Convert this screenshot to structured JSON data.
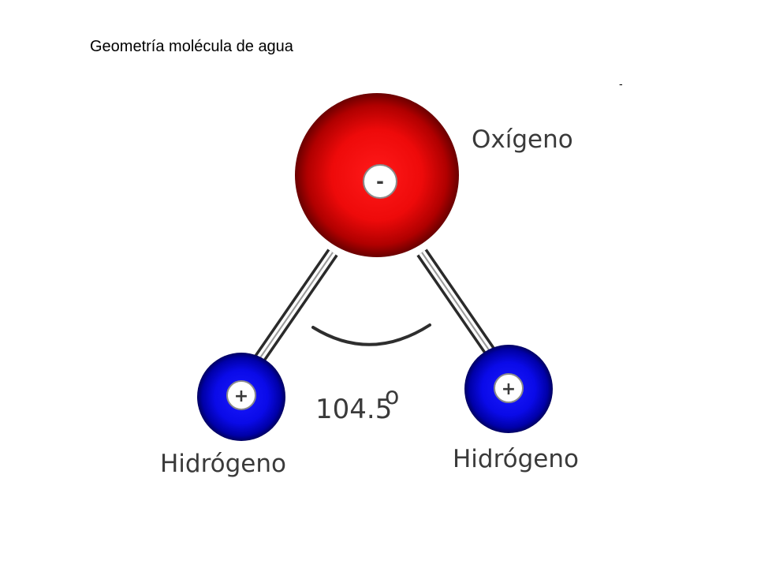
{
  "slide": {
    "title": "Geometría molécula de agua",
    "stray_mark": "-"
  },
  "diagram": {
    "oxygen": {
      "label": "Oxígeno",
      "charge": "-",
      "color": "#e00000"
    },
    "hydrogen_left": {
      "label": "Hidrógeno",
      "charge": "+",
      "color": "#0000e0"
    },
    "hydrogen_right": {
      "label": "Hidrógeno",
      "charge": "+",
      "color": "#0000e0"
    },
    "angle": {
      "value": "104.5",
      "unit": "o"
    }
  }
}
